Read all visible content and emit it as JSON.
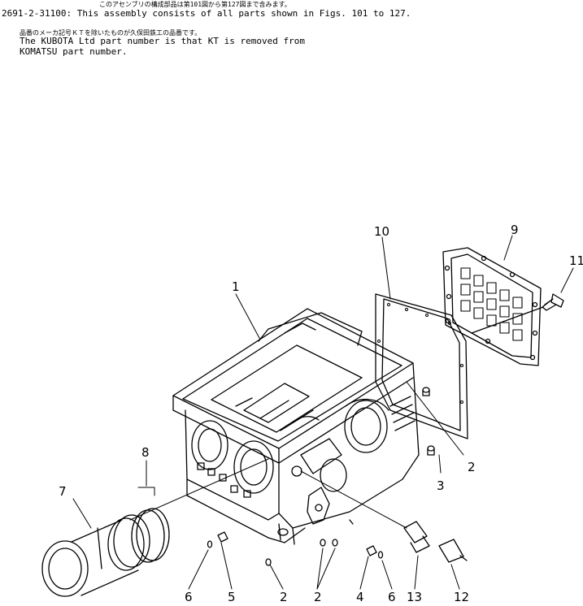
{
  "header_notes": {
    "line1_jp": "このアセンブリの構成部品は第101図から第127図まで含みます。",
    "line1_en": "2691-2-31100: This assembly consists of all parts shown in Figs. 101 to 127.",
    "line2_jp": "品番のメーカ記号ＫＴを除いたものが久保田鉄工の品番です。",
    "line2_en": "The KUBOTA Ltd part number is that KT is removed from",
    "line3_en": "KOMATSU part number."
  },
  "callouts": [
    {
      "id": "1",
      "label": "1"
    },
    {
      "id": "2a",
      "label": "2"
    },
    {
      "id": "2b",
      "label": "2"
    },
    {
      "id": "2c",
      "label": "2"
    },
    {
      "id": "3",
      "label": "3"
    },
    {
      "id": "4",
      "label": "4"
    },
    {
      "id": "5",
      "label": "5"
    },
    {
      "id": "6a",
      "label": "6"
    },
    {
      "id": "6b",
      "label": "6"
    },
    {
      "id": "7",
      "label": "7"
    },
    {
      "id": "8",
      "label": "8"
    },
    {
      "id": "9",
      "label": "9"
    },
    {
      "id": "10",
      "label": "10"
    },
    {
      "id": "11",
      "label": "11"
    },
    {
      "id": "12",
      "label": "12"
    },
    {
      "id": "13",
      "label": "13"
    }
  ]
}
